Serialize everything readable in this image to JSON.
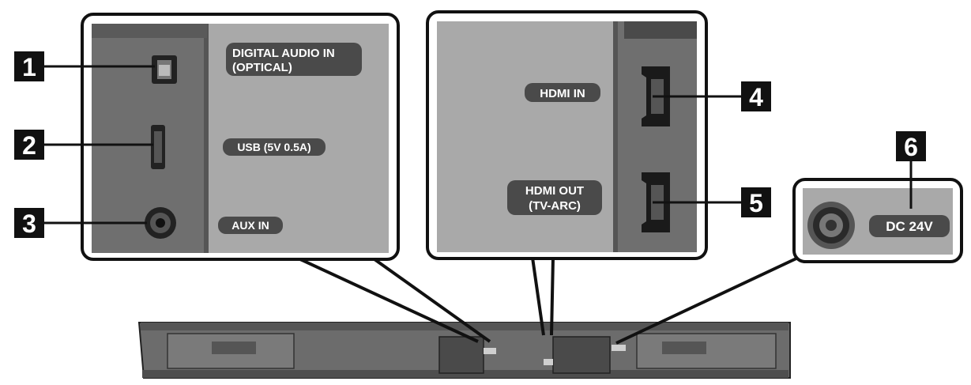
{
  "callouts": [
    {
      "number": "1",
      "label_lines": [
        "DIGITAL AUDIO IN",
        "(OPTICAL)"
      ]
    },
    {
      "number": "2",
      "label_lines": [
        "USB (5V 0.5A)"
      ]
    },
    {
      "number": "3",
      "label_lines": [
        "AUX IN"
      ]
    },
    {
      "number": "4",
      "label_lines": [
        "HDMI IN"
      ]
    },
    {
      "number": "5",
      "label_lines": [
        "HDMI OUT",
        "(TV-ARC)"
      ]
    },
    {
      "number": "6",
      "label_lines": [
        "DC 24V"
      ]
    }
  ]
}
